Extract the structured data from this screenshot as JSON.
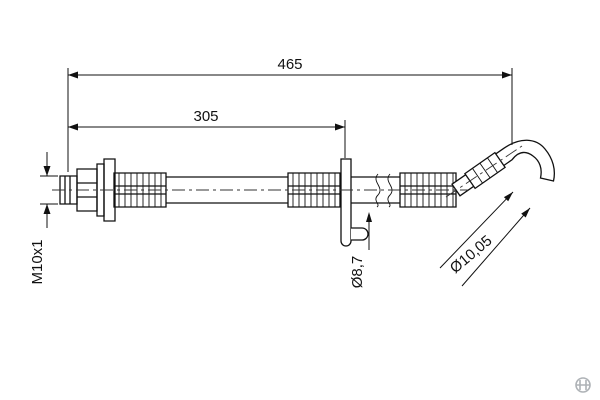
{
  "canvas": {
    "background": "#ffffff",
    "line_color": "#111111"
  },
  "labels": {
    "overall_length": "465",
    "partial_length": "305",
    "thread_size": "M10x1",
    "hose_diameter": "Ø8,7",
    "fitting_diameter": "Ø10,05"
  }
}
